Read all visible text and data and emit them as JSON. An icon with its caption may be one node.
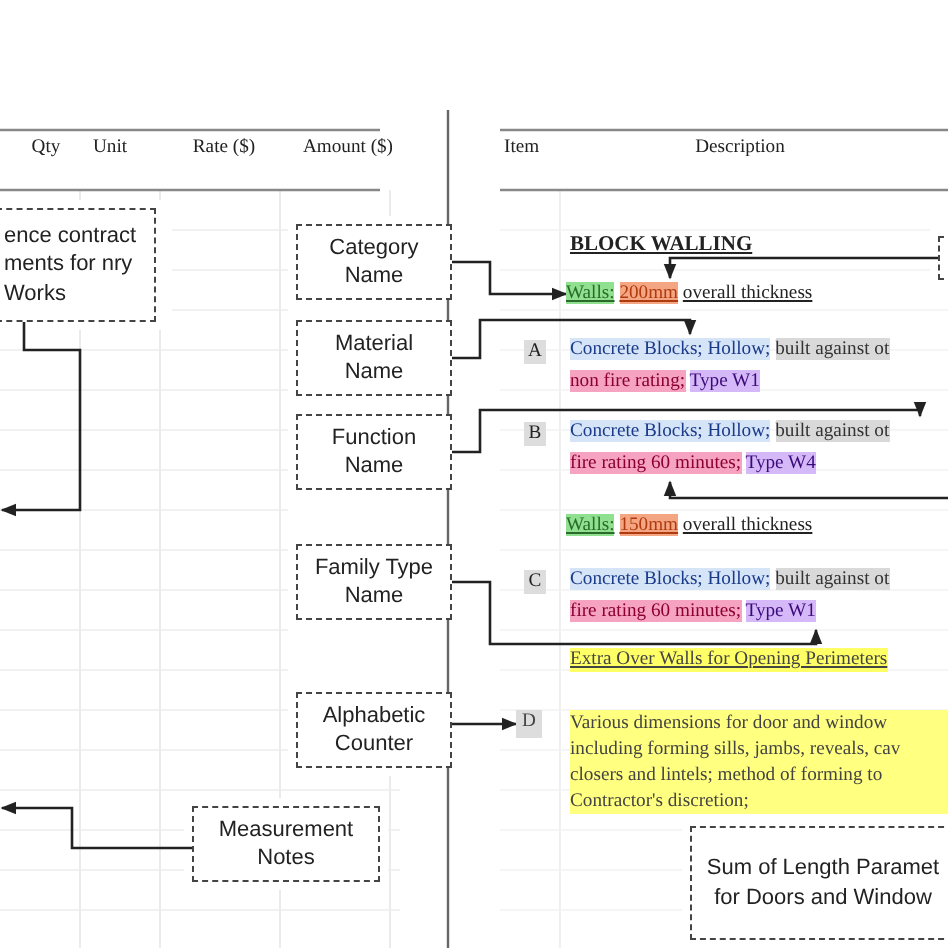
{
  "diagram": {
    "nodes": [
      {
        "text": [
          "ence contract ments for nry Works"
        ]
      },
      {
        "text": [
          "Category Name"
        ]
      },
      {
        "text": [
          "Material Name"
        ]
      },
      {
        "text": [
          "Function Name"
        ]
      },
      {
        "text": [
          "Family Type Name"
        ]
      },
      {
        "text": [
          "Alphabetic Counter"
        ]
      },
      {
        "text": [
          "Measurement Notes"
        ]
      },
      {
        "text": [
          "Sum of Length Paramet for Doors and Window"
        ]
      },
      {
        "text": [],
        "shape": "box"
      },
      {
        "text": [
          "Walls:",
          "200mm",
          "overall thickness"
        ]
      },
      {
        "text": [
          "Concrete Blocks; Hollow;",
          "built against ot",
          "non fire rating;",
          "Type W1"
        ]
      },
      {
        "text": [
          "Concrete Blocks; Hollow;",
          "built against ot",
          "fire rating 60 minutes;",
          "Type W4"
        ]
      },
      {
        "text": [
          "Concrete Blocks; Hollow;",
          "built against ot",
          "fire rating 60 minutes;",
          "Type W1"
        ]
      },
      {
        "text": [
          "D"
        ]
      },
      {
        "text": [
          "Walls:",
          "150mm",
          "overall thickness"
        ]
      }
    ],
    "edges": [
      {
        "from": 0,
        "to": null,
        "arrow": "to"
      },
      {
        "from": 1,
        "to": 9,
        "arrow": "to"
      },
      {
        "from": 2,
        "to": 10,
        "arrow": "to"
      },
      {
        "from": 3,
        "to": 11,
        "arrow": "to"
      },
      {
        "from": 4,
        "to": 12,
        "arrow": "to"
      },
      {
        "from": 5,
        "to": 13,
        "arrow": "to"
      },
      {
        "from": 6,
        "to": null,
        "arrow": "to"
      },
      {
        "from": 8,
        "to": 9,
        "arrow": "to"
      },
      {
        "from": null,
        "to": 11,
        "arrow": "to"
      }
    ],
    "labels": [
      "Qty",
      "Unit",
      "Rate ($)",
      "Amount ($)",
      "Item",
      "Description",
      "BLOCK WALLING",
      "A",
      "B",
      "C",
      "Extra Over Walls for Opening Perimeters",
      "Various dimensions for door and window including forming sills, jambs, reveals, cav closers and lintels; method of forming to Contractor's discretion;"
    ]
  }
}
